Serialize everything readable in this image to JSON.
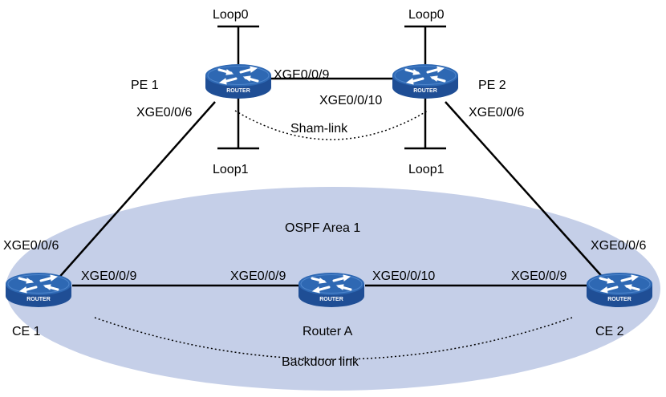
{
  "area": {
    "label": "OSPF Area 1",
    "fill": "#c5cfe8"
  },
  "colors": {
    "router_top": "#2e68b3",
    "router_side": "#1f4e95",
    "link": "#000000"
  },
  "routers": {
    "pe1": {
      "name": "PE 1",
      "badge": "ROUTER",
      "icon": "router-icon"
    },
    "pe2": {
      "name": "PE 2",
      "badge": "ROUTER",
      "icon": "router-icon"
    },
    "ce1": {
      "name": "CE 1",
      "badge": "ROUTER",
      "icon": "router-icon"
    },
    "ce2": {
      "name": "CE 2",
      "badge": "ROUTER",
      "icon": "router-icon"
    },
    "ra": {
      "name": "Router A",
      "badge": "ROUTER",
      "icon": "router-icon"
    }
  },
  "loopbacks": {
    "pe1_loop0": "Loop0",
    "pe1_loop1": "Loop1",
    "pe2_loop0": "Loop0",
    "pe2_loop1": "Loop1"
  },
  "interfaces": {
    "pe1_to_pe2": "XGE0/0/9",
    "pe2_to_pe1": "XGE0/0/10",
    "pe1_to_ce1": "XGE0/0/6",
    "pe2_to_ce2": "XGE0/0/6",
    "ce1_to_pe1": "XGE0/0/6",
    "ce2_to_pe2": "XGE0/0/6",
    "ce1_to_ra": "XGE0/0/9",
    "ra_to_ce1": "XGE0/0/9",
    "ra_to_ce2": "XGE0/0/10",
    "ce2_to_ra": "XGE0/0/9"
  },
  "links": {
    "sham_link": "Sham-link",
    "backdoor_link": "Backdoor link"
  }
}
